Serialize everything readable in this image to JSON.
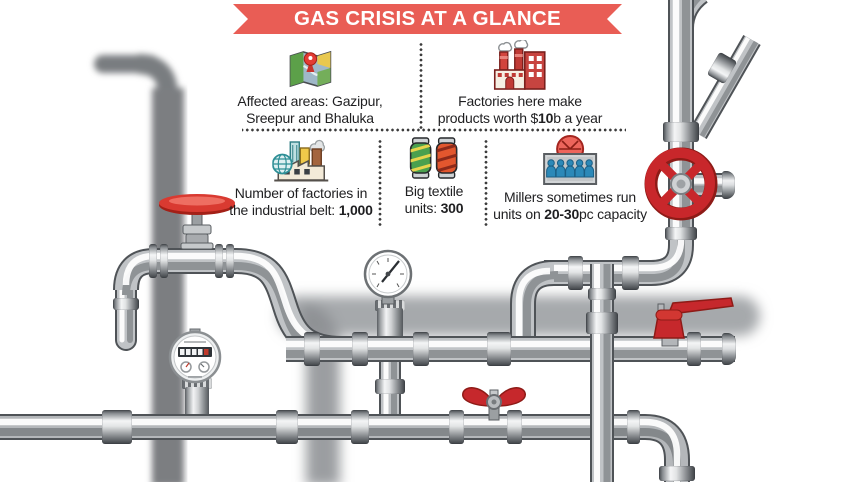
{
  "header": {
    "title": "GAS CRISIS AT A GLANCE"
  },
  "infographic": {
    "items": [
      {
        "id": "affected-areas",
        "icon": "map-icon",
        "l1": "Affected areas: Gazipur,",
        "l2pre": "Sreepur and Bhaluka",
        "l2bold": "",
        "l2post": ""
      },
      {
        "id": "factory-output",
        "icon": "factory-icon",
        "l1": "Factories here make",
        "l2pre": "products worth $",
        "l2bold": "10",
        "l2post": "b a year"
      },
      {
        "id": "factory-count",
        "icon": "industrial-belt-icon",
        "l1": "Number of factories in",
        "l2pre": "the industrial belt: ",
        "l2bold": "1,000",
        "l2post": ""
      },
      {
        "id": "textile-units",
        "icon": "thread-spools-icon",
        "l1": "Big textile",
        "l2pre": "units: ",
        "l2bold": "300",
        "l2post": ""
      },
      {
        "id": "miller-capacity",
        "icon": "millers-icon",
        "l1": "Millers sometimes run",
        "l2pre": "units on ",
        "l2bold": "20-30",
        "l2post": "pc capacity"
      }
    ]
  },
  "colors": {
    "ribbon_red": "#e95d55",
    "valve_red": "#c6282c",
    "text_dark": "#1f1f21",
    "pipe_body": "#c0c3c6",
    "pipe_edge": "#4f5357"
  }
}
